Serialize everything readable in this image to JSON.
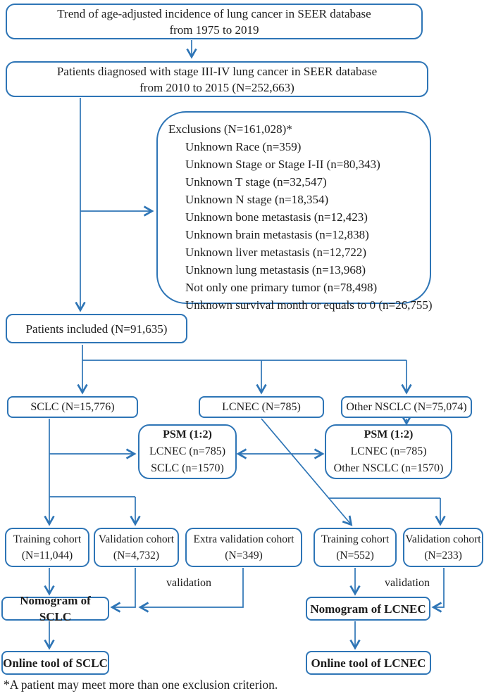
{
  "diagram": {
    "colors": {
      "accent": "#2e75b6",
      "text": "#1c1c1c"
    },
    "boxes": {
      "trend": {
        "line1": "Trend of age-adjusted incidence of lung cancer in SEER database",
        "line2": "from 1975 to 2019"
      },
      "diagnosed": {
        "line1": "Patients diagnosed with stage III-IV lung cancer in SEER database",
        "line2": "from 2010 to 2015 (N=252,663)"
      },
      "exclusions": {
        "title": "Exclusions (N=161,028)*",
        "items": [
          "Unknown Race (n=359)",
          "Unknown Stage or Stage I-II (n=80,343)",
          "Unknown T stage (n=32,547)",
          "Unknown N stage (n=18,354)",
          "Unknown bone metastasis (n=12,423)",
          "Unknown brain metastasis (n=12,838)",
          "Unknown liver metastasis (n=12,722)",
          "Unknown lung metastasis (n=13,968)",
          "Not only one primary tumor (n=78,498)",
          "Unknown survival month or equals to 0 (n=26,755)"
        ]
      },
      "included": {
        "label": "Patients included (N=91,635)"
      },
      "sclc": {
        "label": "SCLC (N=15,776)"
      },
      "lcnec": {
        "label": "LCNEC (N=785)"
      },
      "other_nsclc": {
        "label": "Other NSCLC (N=75,074)"
      },
      "psm_sclc": {
        "title": "PSM (1:2)",
        "line1": "LCNEC (n=785)",
        "line2": "SCLC (n=1570)"
      },
      "psm_nsclc": {
        "title": "PSM (1:2)",
        "line1": "LCNEC (n=785)",
        "line2": "Other NSCLC (n=1570)"
      },
      "training_sclc": {
        "line1": "Training cohort",
        "line2": "(N=11,044)"
      },
      "validation_sclc": {
        "line1": "Validation cohort",
        "line2": "(N=4,732)"
      },
      "extra_validation": {
        "line1": "Extra validation cohort",
        "line2": "(N=349)"
      },
      "training_lcnec": {
        "line1": "Training cohort",
        "line2": "(N=552)"
      },
      "validation_lcnec": {
        "line1": "Validation cohort",
        "line2": "(N=233)"
      },
      "nomogram_sclc": {
        "label": "Nomogram of SCLC"
      },
      "nomogram_lcnec": {
        "label": "Nomogram of LCNEC"
      },
      "online_tool_sclc": {
        "label": "Online tool of SCLC"
      },
      "online_tool_lcnec": {
        "label": "Online tool of LCNEC"
      }
    },
    "labels": {
      "validation_left": "validation",
      "validation_right": "validation",
      "footnote": "*A patient may meet more than one exclusion criterion."
    }
  }
}
